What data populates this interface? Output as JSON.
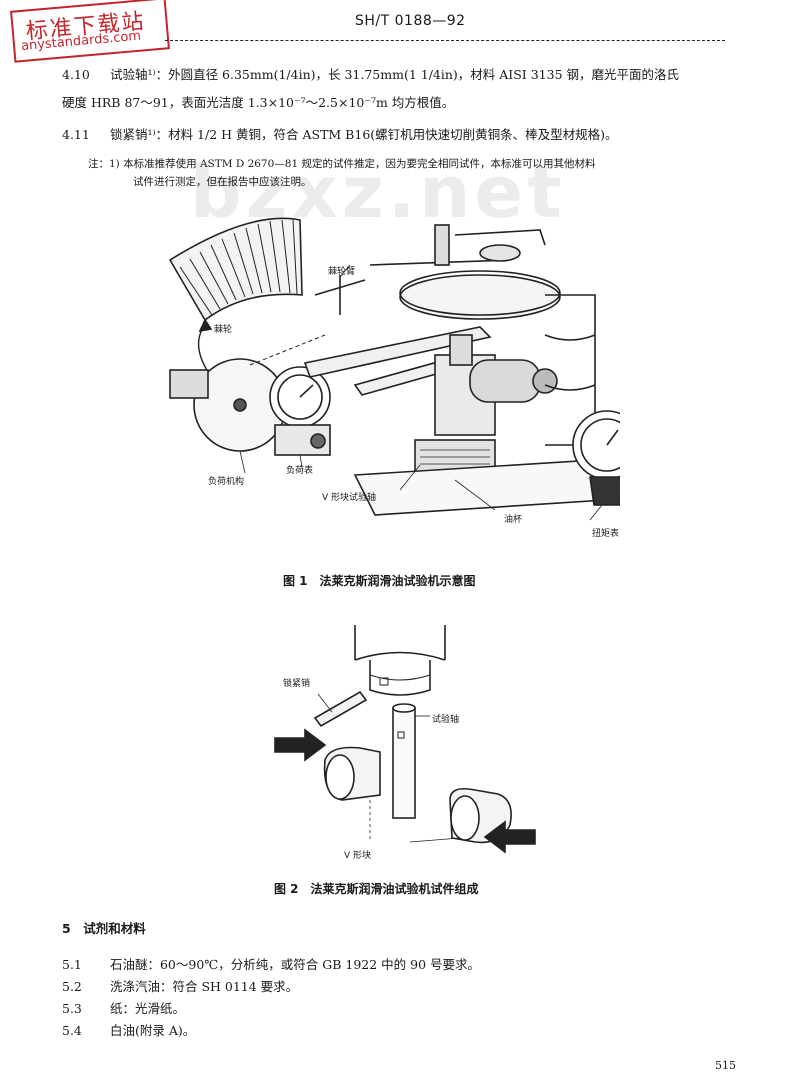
{
  "stamp": {
    "cn": "标准下载站",
    "en": "anystandards.com"
  },
  "header": {
    "code": "SH/T 0188—92"
  },
  "watermark": "bzxz.net",
  "clauses": [
    {
      "num": "4.10",
      "line1": "试验轴¹⁾：外圆直径 6.35mm(1/4in)，长 31.75mm(1 1/4in)，材料 AISI 3135 钢，磨光平面的洛氏",
      "line2": "硬度 HRB 87～91，表面光洁度 1.3×10⁻⁷～2.5×10⁻⁷m 均方根值。"
    },
    {
      "num": "4.11",
      "line1": "锁紧销¹⁾：材料 1/2 H 黄铜，符合 ASTM B16(螺钉机用快速切削黄铜条、棒及型材规格)。"
    }
  ],
  "note": {
    "line1": "注：1) 本标准推荐使用 ASTM D 2670—81 规定的试件推定，因为要完全相同试件，本标准可以用其他材料",
    "line2": "试件进行测定，但在报告中应该注明。"
  },
  "figure1": {
    "labels": {
      "ratchet_arm": "棘轮臂",
      "ratchet": "棘轮",
      "load_gauge": "负荷表",
      "load_mechanism": "负荷机构",
      "v_block": "V 形块试验轴",
      "oil_cup": "油杯",
      "torque_gauge": "扭矩表"
    },
    "caption": "图 1　法莱克斯润滑油试验机示意图"
  },
  "figure2": {
    "labels": {
      "lock_pin": "锁紧销",
      "test_shaft": "试验轴",
      "v_block": "V 形块"
    },
    "caption": "图 2　法莱克斯润滑油试验机试件组成"
  },
  "section5": {
    "heading": "5　试剂和材料",
    "items": [
      {
        "num": "5.1",
        "text": "石油醚：60～90℃，分析纯，或符合 GB 1922 中的 90 号要求。"
      },
      {
        "num": "5.2",
        "text": "洗涤汽油：符合 SH 0114 要求。"
      },
      {
        "num": "5.3",
        "text": "纸：光滑纸。"
      },
      {
        "num": "5.4",
        "text": "白油(附录 A)。"
      }
    ]
  },
  "page_number": "515"
}
